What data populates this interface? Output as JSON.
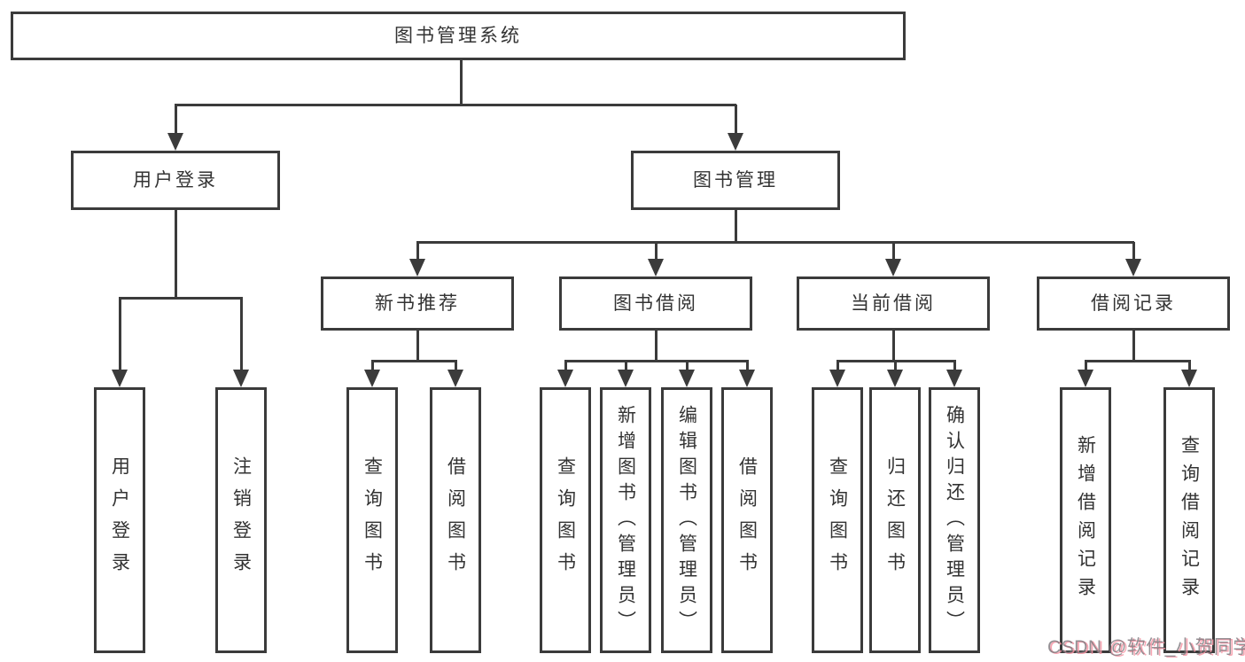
{
  "nodes": {
    "root": "图书管理系统",
    "login": "用户登录",
    "management": "图书管理",
    "recommend": "新书推荐",
    "borrow": "图书借阅",
    "current": "当前借阅",
    "records": "借阅记录"
  },
  "leaves": {
    "login": [
      "用户登录",
      "注销登录"
    ],
    "recommend": [
      "查询图书",
      "借阅图书"
    ],
    "borrow": [
      "查询图书",
      "新增图书（管理员）",
      "编辑图书（管理员）",
      "借阅图书"
    ],
    "current": [
      "查询图书",
      "归还图书",
      "确认归还（管理员）"
    ],
    "records": [
      "新增借阅记录",
      "查询借阅记录"
    ]
  },
  "watermark": {
    "text": "CSDN @软件_小贺同学",
    "color": "#f596a6"
  },
  "colors": {
    "line": "#3b3b3b",
    "text": "#333333",
    "background": "#ffffff"
  }
}
